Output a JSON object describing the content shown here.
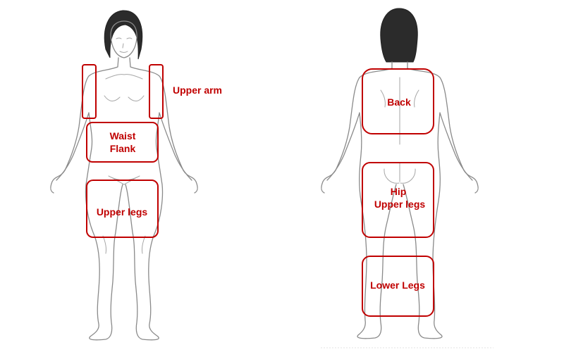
{
  "accent_color": "#c00000",
  "front_figure": {
    "zones": [
      {
        "id": "upper-arm",
        "label": "Upper arm"
      },
      {
        "id": "waist-flank",
        "label_lines": [
          "Waist",
          "Flank"
        ]
      },
      {
        "id": "upper-legs",
        "label": "Upper legs"
      }
    ]
  },
  "back_figure": {
    "zones": [
      {
        "id": "back",
        "label": "Back"
      },
      {
        "id": "hip-upper-legs",
        "label_lines": [
          "Hip",
          "Upper legs"
        ]
      },
      {
        "id": "lower-legs",
        "label": "Lower Legs"
      }
    ]
  }
}
